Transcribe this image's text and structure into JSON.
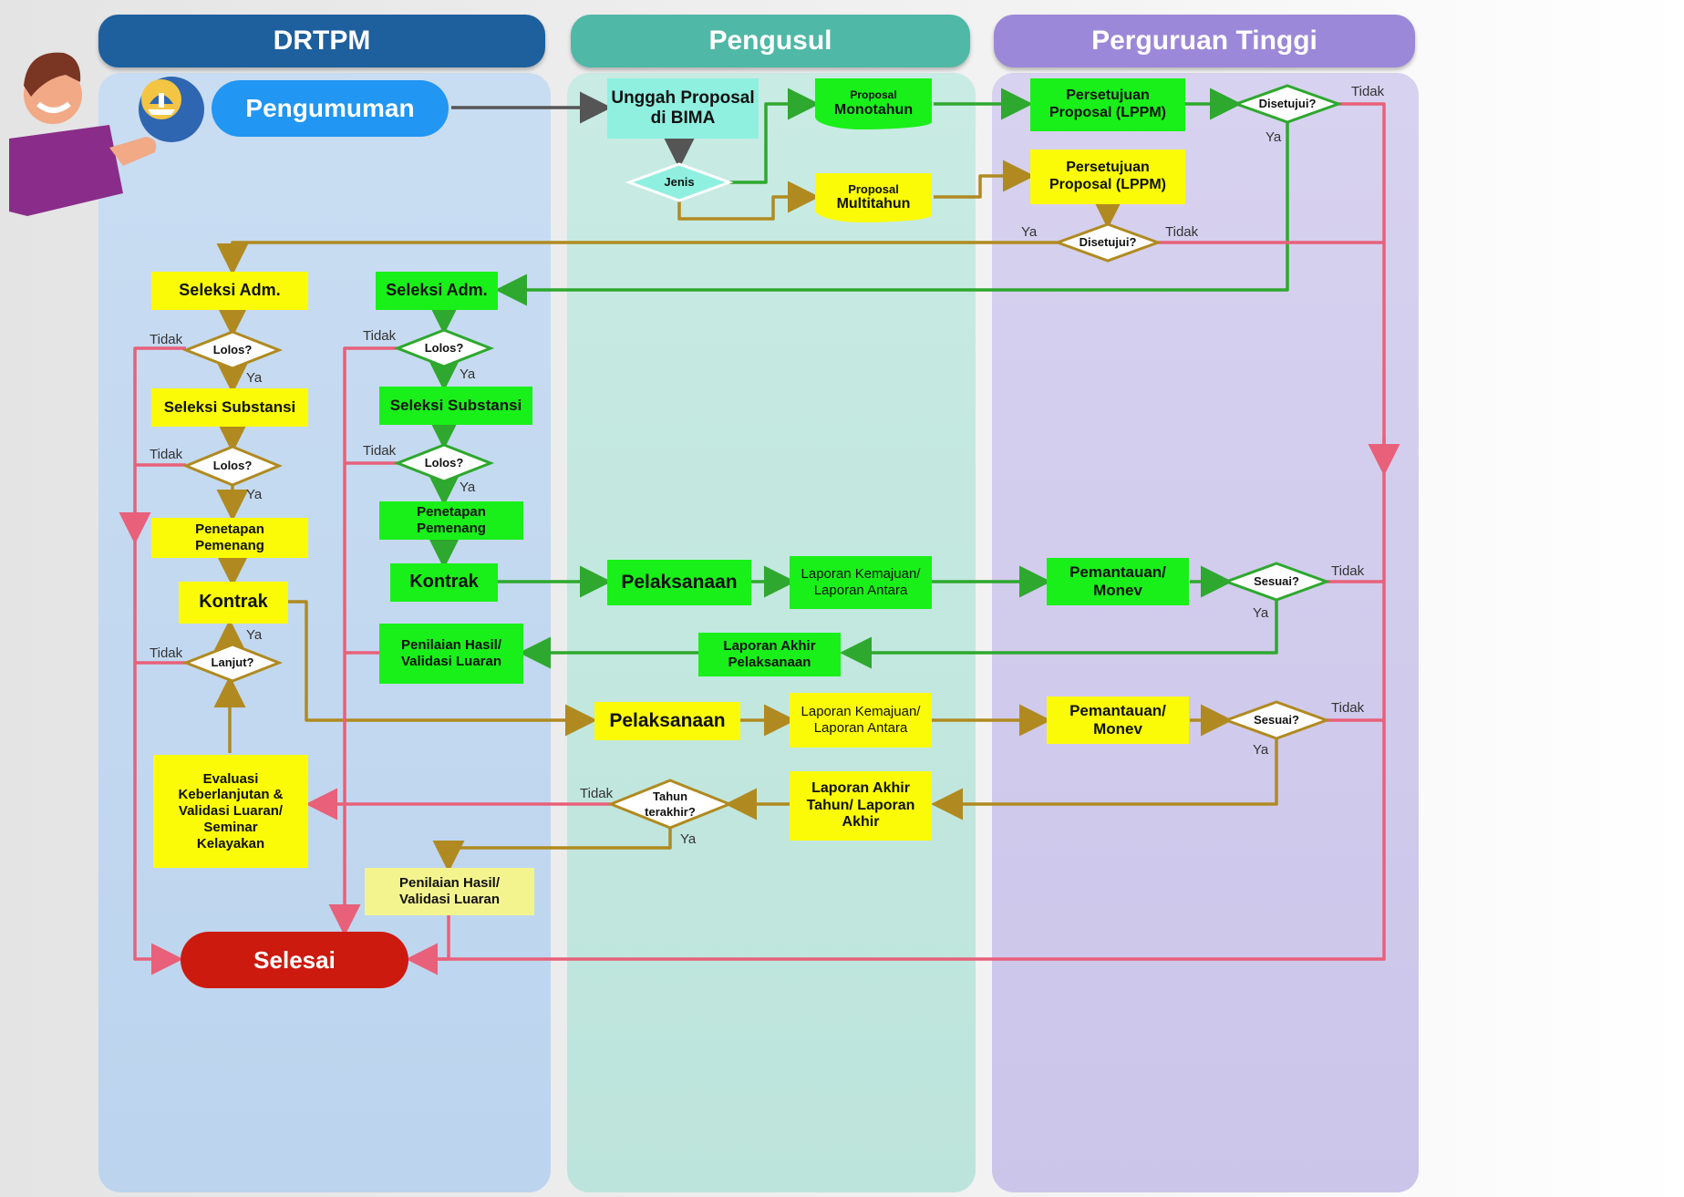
{
  "lanes": {
    "drtpm": "DRTPM",
    "pengusul": "Pengusul",
    "perguruan_tinggi": "Perguruan Tinggi"
  },
  "colors": {
    "yellow": "#fbfb07",
    "green": "#19f019",
    "cyan": "#8ff0e0",
    "blue": "#2196f3",
    "red": "#cc1a0e",
    "pink_line": "#e8607a",
    "green_line": "#2ea82e",
    "brown_line": "#b08a20"
  },
  "icons": {
    "character": "presenter-character-icon",
    "logo": "kemdikbud-logo-icon"
  },
  "nodes": {
    "pengumuman": "Pengumuman",
    "unggah_l1": "Unggah Proposal",
    "unggah_l2": "di BIMA",
    "jenis": "Jenis",
    "monotahun_l1": "Proposal",
    "monotahun_l2": "Monotahun",
    "multitahun_l1": "Proposal",
    "multitahun_l2": "Multitahun",
    "persetujuan_l1": "Persetujuan",
    "persetujuan_l2": "Proposal (LPPM)",
    "disetujui": "Disetujui?",
    "seleksi_adm": "Seleksi Adm.",
    "seleksi_substansi": "Seleksi Substansi",
    "lolos": "Lolos?",
    "penetapan_l1": "Penetapan",
    "penetapan_l2": "Pemenang",
    "kontrak": "Kontrak",
    "lanjut": "Lanjut?",
    "pelaksanaan": "Pelaksanaan",
    "laporan_kemajuan_l1": "Laporan Kemajuan/",
    "laporan_kemajuan_l2": "Laporan Antara",
    "pemantauan_l1": "Pemantauan/",
    "pemantauan_l2": "Monev",
    "sesuai": "Sesuai?",
    "laporan_akhir_pel_l1": "Laporan Akhir",
    "laporan_akhir_pel_l2": "Pelaksanaan",
    "penilaian_l1": "Penilaian Hasil/",
    "penilaian_l2": "Validasi Luaran",
    "laporan_akhir_tahun_l1": "Laporan Akhir",
    "laporan_akhir_tahun_l2": "Tahun/ Laporan",
    "laporan_akhir_tahun_l3": "Akhir",
    "tahun_terakhir_l1": "Tahun",
    "tahun_terakhir_l2": "terakhir?",
    "evaluasi_l1": "Evaluasi",
    "evaluasi_l2": "Keberlanjutan &",
    "evaluasi_l3": "Validasi Luaran/",
    "evaluasi_l4": "Seminar",
    "evaluasi_l5": "Kelayakan",
    "selesai": "Selesai"
  },
  "labels": {
    "ya": "Ya",
    "tidak": "Tidak"
  }
}
